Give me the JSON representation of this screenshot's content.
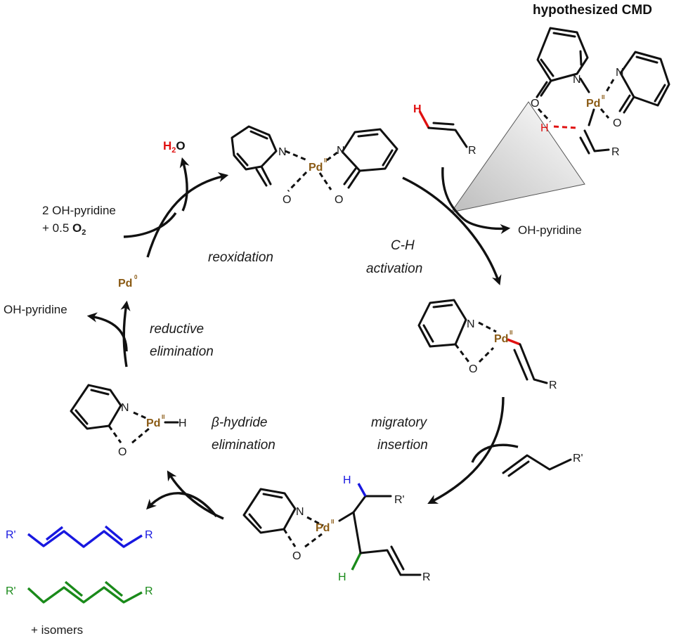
{
  "title": "hypothesized CMD",
  "steps": {
    "reoxidation": "reoxidation",
    "ch_line1": "C-H",
    "ch_line2": "activation",
    "mig_line1": "migratory",
    "mig_line2": "insertion",
    "beta_line1": "β-hydride",
    "beta_line2": "elimination",
    "red_line1": "reductive",
    "red_line2": "elimination"
  },
  "species": {
    "water": "H2O",
    "oh_pyridine_in_line1": "2  OH-pyridine",
    "oh_pyridine_in_line2": "+ 0.5 O2",
    "oh_pyridine_out_ch": "OH-pyridine",
    "oh_pyridine_out_red": "OH-pyridine",
    "pd0": "Pd0",
    "pdII": "PdII",
    "isomers": "+ isomers"
  },
  "atoms": {
    "N": "N",
    "O": "O",
    "H": "H",
    "R": "R",
    "R_prime": "R'"
  },
  "colors": {
    "palladium": "#8a5a14",
    "activated_h": "#e01010",
    "product_blue": "#1818e0",
    "product_green": "#1a8a1a",
    "bond": "#111111"
  }
}
